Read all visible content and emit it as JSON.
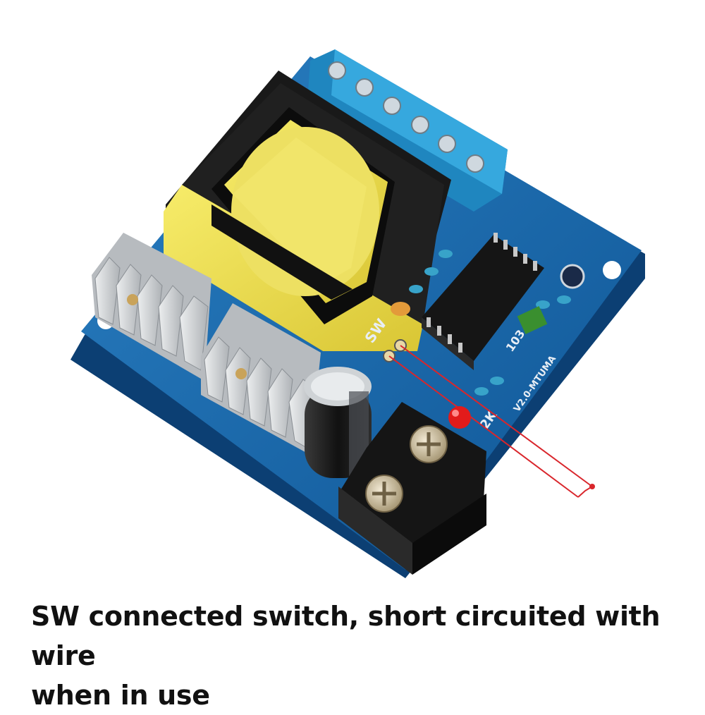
{
  "caption": {
    "line1": "SW connected switch, short circuited with wire",
    "line2": "when in use"
  },
  "board": {
    "sw_label": "SW",
    "res_label_103": "103",
    "res_label_2k": "2K",
    "version_label": "V2.0-MTUMA"
  },
  "colors": {
    "pcb": "#1a6cb0",
    "terminal_block": "#2b9bd3",
    "transformer_core": "#f2e24a",
    "transformer_frame": "#1a1a1a",
    "heatsink": "#d4d6d8",
    "annotation_line": "#d9262c",
    "led": "#e21b1b"
  },
  "icons": {
    "transformer": "transformer-icon",
    "ic_chip": "ic-chip-icon",
    "capacitor": "capacitor-icon",
    "heatsink": "heatsink-icon",
    "terminal": "screw-terminal-icon"
  }
}
